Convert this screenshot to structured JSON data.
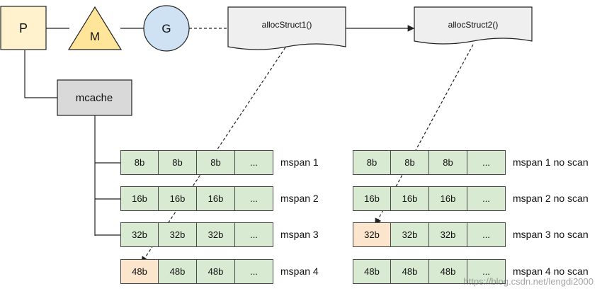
{
  "top": {
    "p_label": "P",
    "m_label": "M",
    "g_label": "G",
    "mcache_label": "mcache",
    "alloc1_label": "allocStruct1()",
    "alloc2_label": "allocStruct2()"
  },
  "left_spans": [
    {
      "cells": [
        "8b",
        "8b",
        "8b",
        "..."
      ],
      "label": "mspan 1"
    },
    {
      "cells": [
        "16b",
        "16b",
        "16b",
        "..."
      ],
      "label": "mspan 2"
    },
    {
      "cells": [
        "32b",
        "32b",
        "32b",
        "..."
      ],
      "label": "mspan 3"
    },
    {
      "cells": [
        "48b",
        "48b",
        "48b",
        "..."
      ],
      "label": "mspan 4"
    }
  ],
  "right_spans": [
    {
      "cells": [
        "8b",
        "8b",
        "8b",
        "..."
      ],
      "label": "mspan 1 no scan"
    },
    {
      "cells": [
        "16b",
        "16b",
        "16b",
        "..."
      ],
      "label": "mspan 2 no scan"
    },
    {
      "cells": [
        "32b",
        "32b",
        "32b",
        "..."
      ],
      "label": "mspan 3 no scan"
    },
    {
      "cells": [
        "48b",
        "48b",
        "48b",
        "..."
      ],
      "label": "mspan 4 no scan"
    }
  ],
  "watermark": "https://blog.csdn.net/lengdi2000",
  "colors": {
    "p_fill": "#fff2cc",
    "m_fill": "#ffe599",
    "g_fill": "#cfe2f3",
    "mcache_fill": "#d9d9d9",
    "cell_fill": "#d9ead3",
    "highlight_fill": "#fce5cd",
    "note_fill": "#efefef"
  }
}
